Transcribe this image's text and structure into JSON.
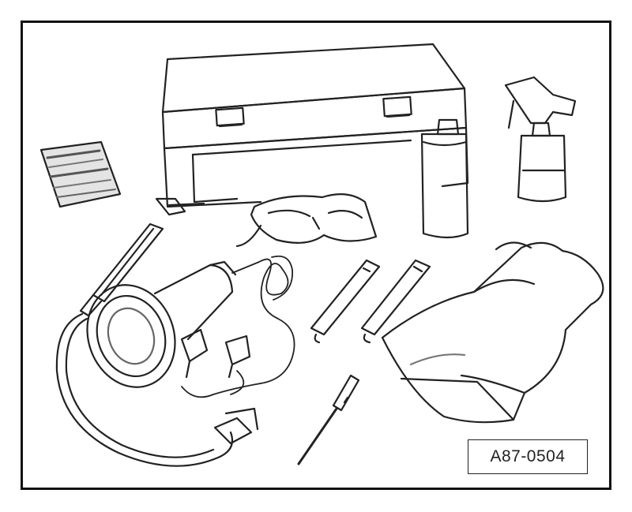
{
  "figure": {
    "reference_code": "A87-0504"
  },
  "colors": {
    "line": "#222222",
    "frame": "#111111",
    "background": "#ffffff",
    "shade": "#b8b8b8"
  },
  "items": [
    {
      "id": "storage-case",
      "icon": "case-icon"
    },
    {
      "id": "label-card",
      "icon": "card-icon"
    },
    {
      "id": "bottle",
      "icon": "bottle-icon"
    },
    {
      "id": "spray-bottle",
      "icon": "spray-bottle-icon"
    },
    {
      "id": "safety-glasses",
      "icon": "glasses-icon"
    },
    {
      "id": "uv-lamp",
      "icon": "uv-lamp-icon"
    },
    {
      "id": "injector-hose",
      "icon": "hose-icon"
    },
    {
      "id": "dye-cartridges",
      "icon": "cartridge-icon"
    },
    {
      "id": "probe",
      "icon": "probe-icon"
    },
    {
      "id": "glove",
      "icon": "glove-icon"
    }
  ]
}
